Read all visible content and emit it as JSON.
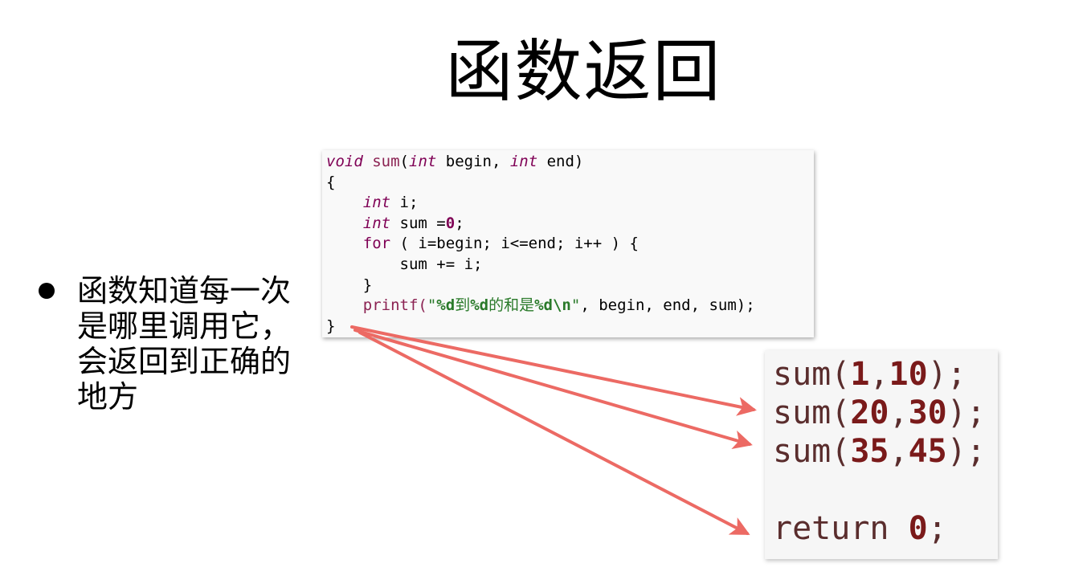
{
  "slide": {
    "title": "函数返回",
    "bullet": "函数知道每一次是哪里调用它，会返回到正确的地方"
  },
  "code": {
    "sig_void": "void",
    "sig_name": "sum",
    "sig_paren_open": "(",
    "sig_int1": "int",
    "sig_begin": " begin, ",
    "sig_int2": "int",
    "sig_end": " end)",
    "open_brace": "{",
    "l3_indent": "    ",
    "l3_int": "int",
    "l3_rest": " i;",
    "l4_indent": "    ",
    "l4_int": "int",
    "l4_rest": " sum =",
    "l4_zero": "0",
    "l4_semi": ";",
    "l5_indent": "    ",
    "l5_for": "for",
    "l5_rest": " ( i=begin; i<=end; i++ ) {",
    "l6": "        sum += i;",
    "l7": "    }",
    "l8_indent": "    ",
    "l8_printf": "printf(",
    "l8_q1": "\"",
    "l8_f1": "%d",
    "l8_s1": "到",
    "l8_f2": "%d",
    "l8_s2": "的和是",
    "l8_f3": "%d\\n",
    "l8_q2": "\"",
    "l8_rest": ", begin, end, sum);",
    "close_brace": "}"
  },
  "calls": [
    {
      "name": "sum(",
      "a": "1",
      "comma": ",",
      "b": "10",
      "end": ");"
    },
    {
      "name": "sum(",
      "a": "20",
      "comma": ",",
      "b": "30",
      "end": ");"
    },
    {
      "name": "sum(",
      "a": "35",
      "comma": ",",
      "b": "45",
      "end": ");"
    }
  ],
  "return_stmt": {
    "kw": "return ",
    "val": "0",
    "semi": ";"
  },
  "colors": {
    "arrow": "#ec6a64",
    "keyword": "#7f0055",
    "string": "#2a7a2a"
  }
}
